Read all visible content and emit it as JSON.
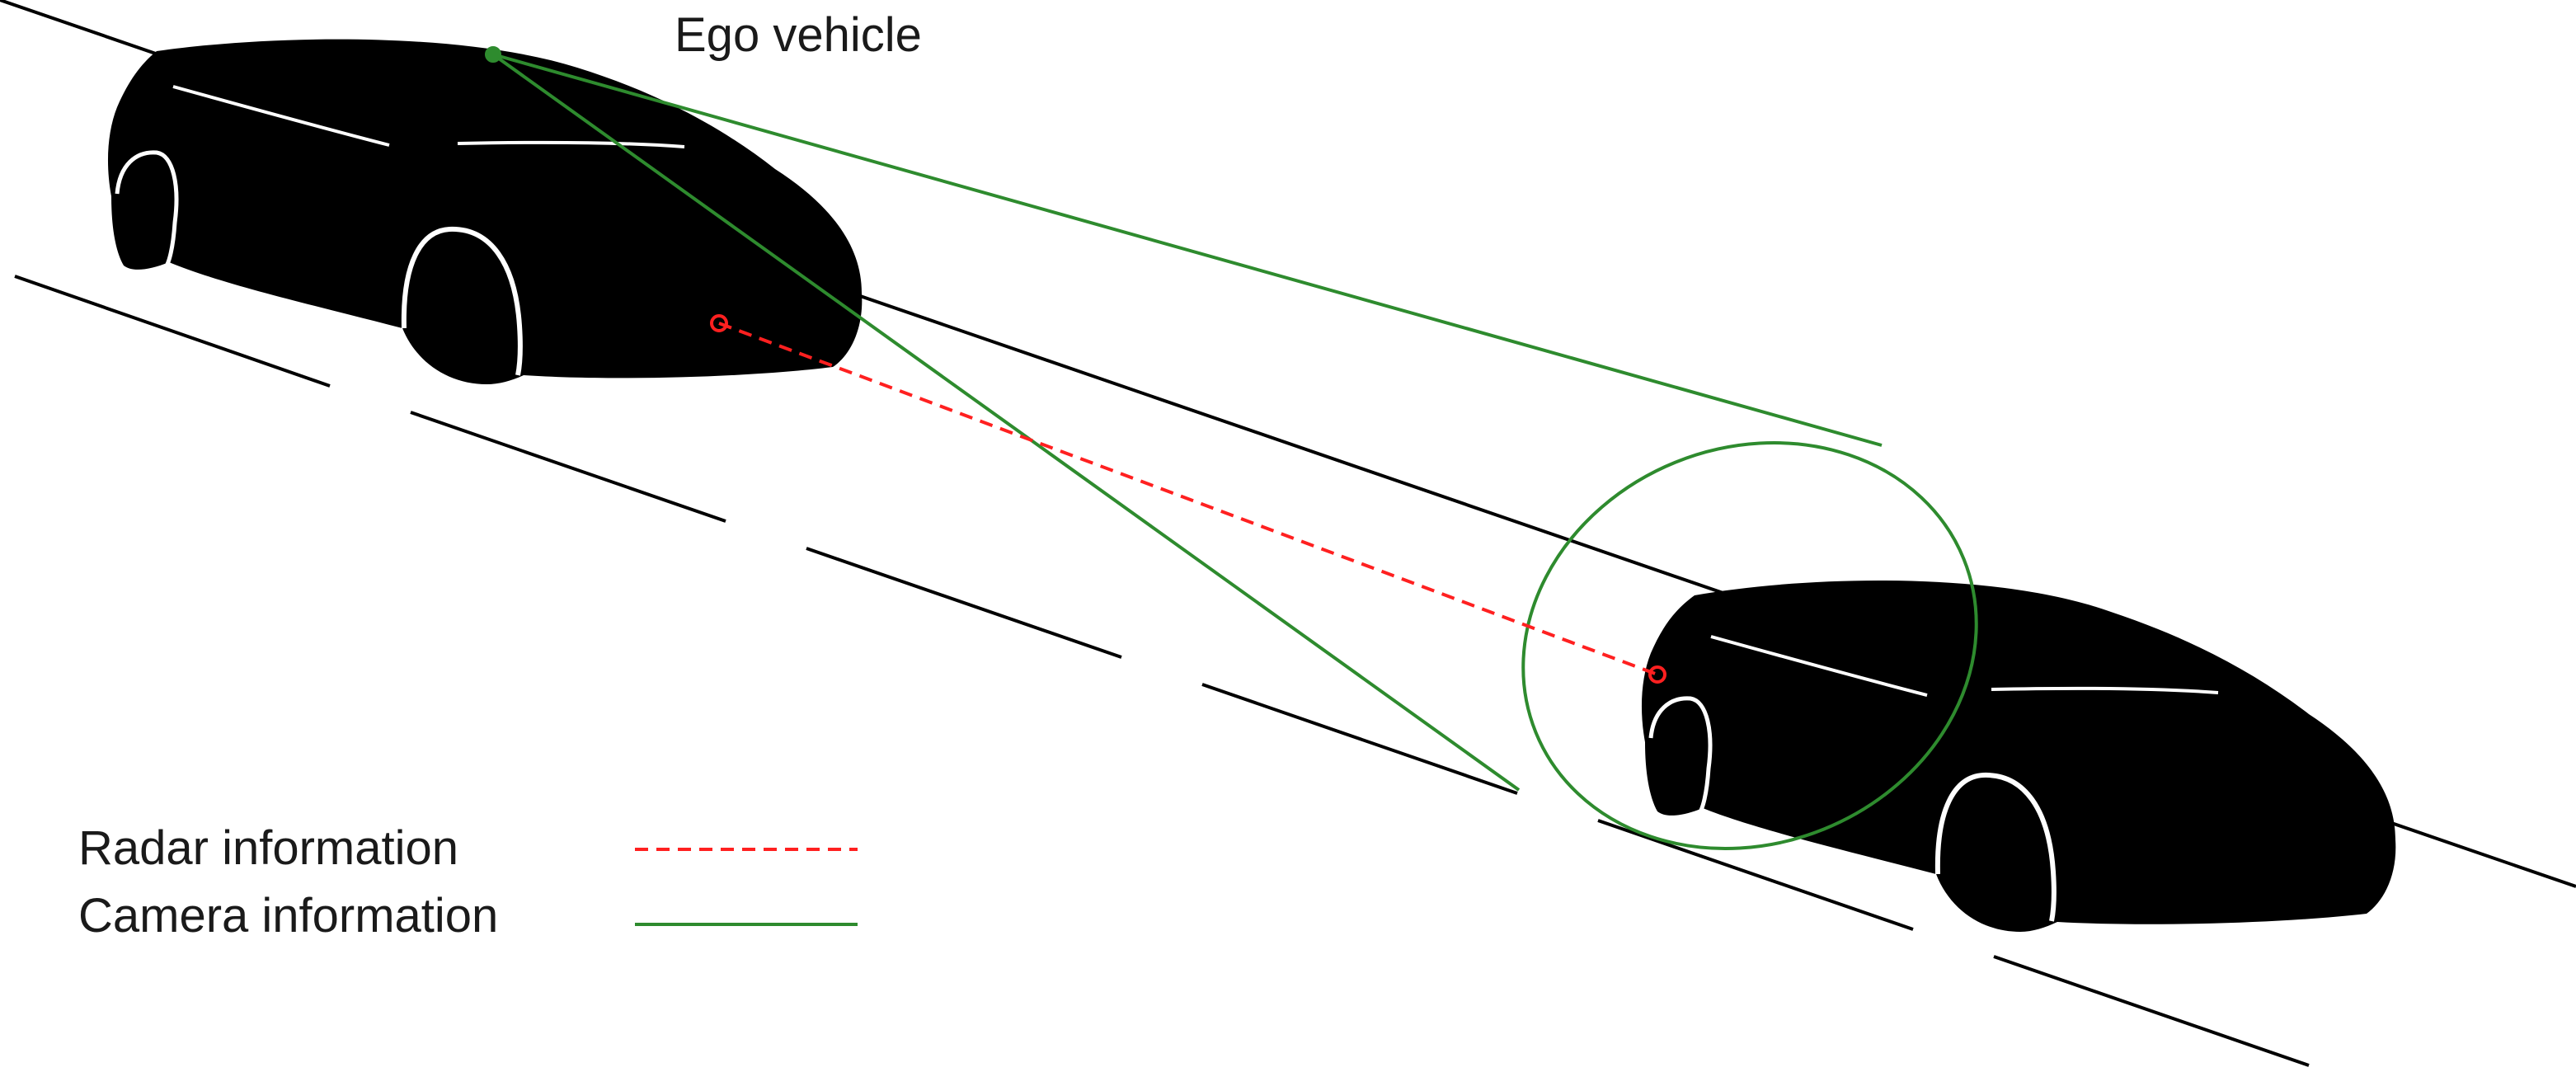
{
  "labels": {
    "ego_vehicle": "Ego vehicle"
  },
  "legend": [
    {
      "label": "Radar information",
      "style": "dashed",
      "color": "#ff2020"
    },
    {
      "label": "Camera information",
      "style": "solid",
      "color": "#2e8b2e"
    }
  ],
  "colors": {
    "radar": "#ff2020",
    "camera": "#2e8b2e",
    "road": "#000000",
    "car": "#000000",
    "highlight": "#ffffff"
  },
  "icons": [
    "ego-car-icon",
    "target-car-icon"
  ]
}
